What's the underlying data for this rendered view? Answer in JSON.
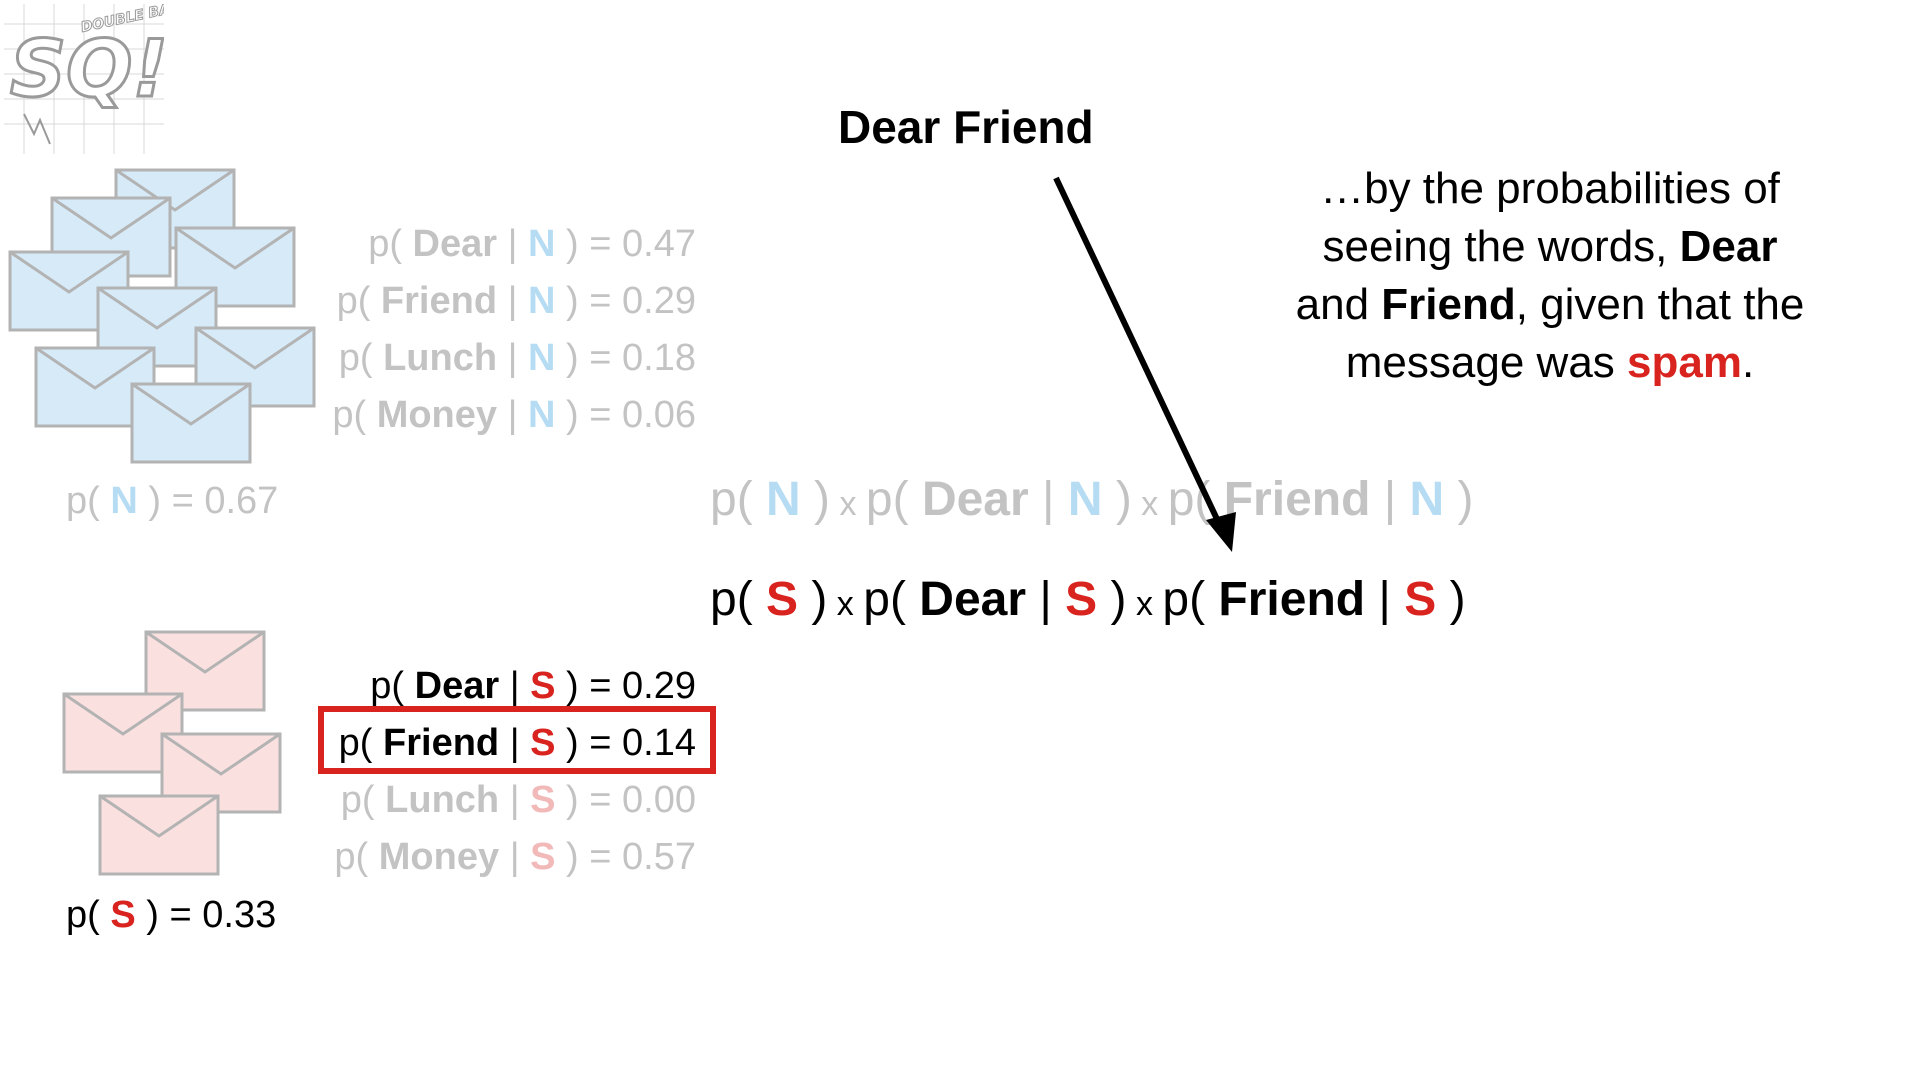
{
  "logo": {
    "text_main": "SQ!",
    "text_sub": "DOUBLE BAM!!!"
  },
  "title": "Dear Friend",
  "explanation": {
    "line1": "…by the probabilities of",
    "line2_pre": "seeing the words, ",
    "word1": "Dear",
    "line3_pre": "and ",
    "word2": "Friend",
    "line3_post": ", given that the",
    "line4_pre": "message was ",
    "spam_word": "spam",
    "line4_post": "."
  },
  "normal": {
    "class_label": "N",
    "prior_text": "p( N ) = 0.67",
    "prior_value": "0.67",
    "words": [
      {
        "word": "Dear",
        "value": "0.47"
      },
      {
        "word": "Friend",
        "value": "0.29"
      },
      {
        "word": "Lunch",
        "value": "0.18"
      },
      {
        "word": "Money",
        "value": "0.06"
      }
    ]
  },
  "spam": {
    "class_label": "S",
    "prior_value": "0.33",
    "words": [
      {
        "word": "Dear",
        "value": "0.29"
      },
      {
        "word": "Friend",
        "value": "0.14"
      },
      {
        "word": "Lunch",
        "value": "0.00"
      },
      {
        "word": "Money",
        "value": "0.57"
      }
    ]
  },
  "tokens": {
    "p_open": "p( ",
    "close": " )",
    "bar": " | ",
    "eq": " = ",
    "times": " x "
  },
  "equation_normal": {
    "class": "N",
    "word1": "Dear",
    "word2": "Friend"
  },
  "equation_spam": {
    "class": "S",
    "word1": "Dear",
    "word2": "Friend"
  },
  "colors": {
    "spam_red": "#d9231e",
    "normal_blue": "#5aaee8",
    "faded_gray": "#c3c3c3",
    "normal_envelope_fill": "#d6eaf8",
    "spam_envelope_fill": "#fbe0e0"
  },
  "icons": {
    "normal_messages": "envelope-icon",
    "spam_messages": "envelope-icon",
    "arrow": "arrow-down-icon"
  }
}
